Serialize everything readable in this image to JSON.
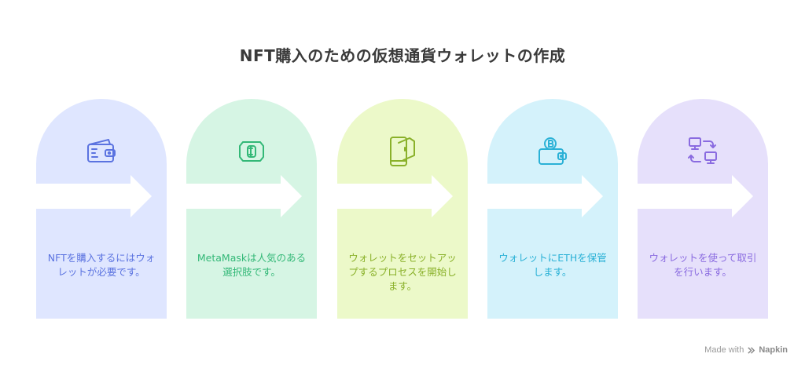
{
  "title": "NFT購入のための仮想通貨ウォレットの作成",
  "steps": [
    {
      "label": "NFTを購入するにはウォレットが必要です。",
      "bg": "#dfe6ff",
      "fg": "#5b73e0",
      "icon": "wallet-icon"
    },
    {
      "label": "MetaMaskは人気のある選択肢です。",
      "bg": "#d6f5e4",
      "fg": "#33b877",
      "icon": "crypto-coin-icon"
    },
    {
      "label": "ウォレットをセットアップするプロセスを開始します。",
      "bg": "#ecf9c9",
      "fg": "#8ab12a",
      "icon": "mobile-wallet-icon"
    },
    {
      "label": "ウォレットにETHを保管します。",
      "bg": "#d4f2fb",
      "fg": "#2ab1d6",
      "icon": "bitcoin-wallet-icon"
    },
    {
      "label": "ウォレットを使って取引を行います。",
      "bg": "#e6e0fb",
      "fg": "#8a6be0",
      "icon": "exchange-transfer-icon"
    }
  ],
  "footer": {
    "made_with": "Made with",
    "brand": "Napkin"
  }
}
